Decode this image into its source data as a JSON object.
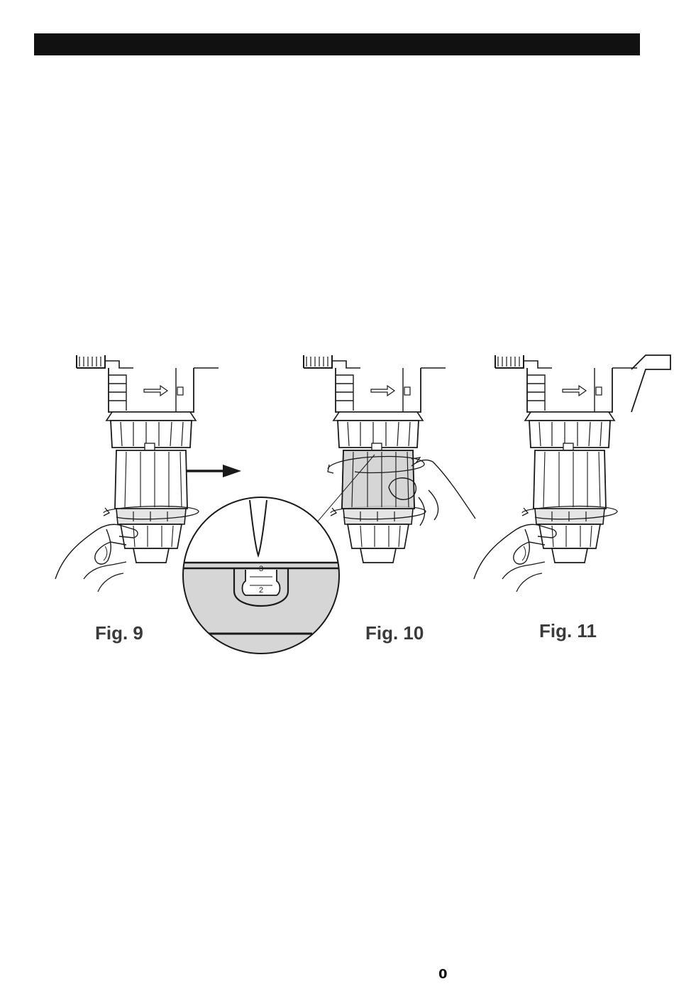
{
  "header": {
    "bar_color": "#111111"
  },
  "figures": [
    {
      "label": "Fig. 9"
    },
    {
      "label": "Fig. 10"
    },
    {
      "label": "Fig. 11"
    }
  ],
  "detail_inset": {
    "marks": [
      "3",
      "2"
    ],
    "highlight_color": "#d6d6d6"
  },
  "footer": {
    "page_number": "0"
  },
  "colors": {
    "line": "#1a1a1a",
    "shade": "#d0d0d0"
  }
}
